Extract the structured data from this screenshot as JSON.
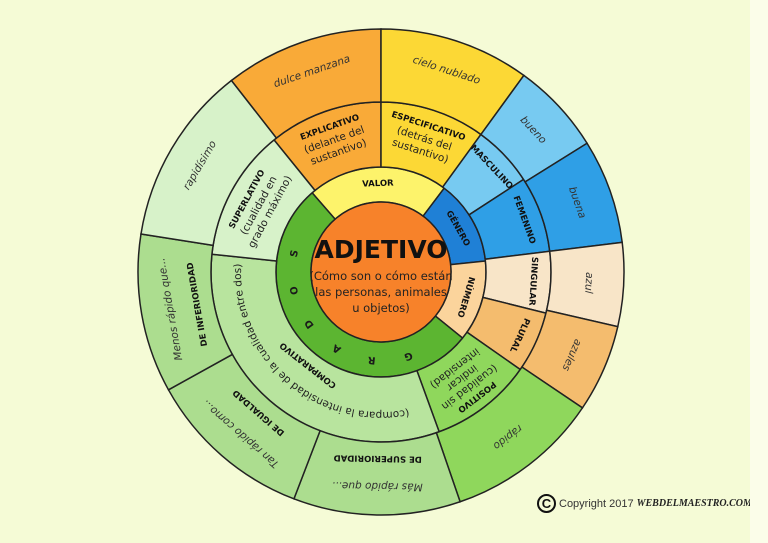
{
  "center": {
    "title": "ADJETIVO",
    "description": [
      "(Cómo son o cómo están",
      "las personas, animales",
      "u objetos)"
    ]
  },
  "valor": {
    "label": "VALOR",
    "explicativo": {
      "name": "EXPLICATIVO",
      "description": [
        "(delante del",
        "sustantivo)"
      ],
      "example": "dulce manzana"
    },
    "especificativo": {
      "name": "ESPECIFICATIVO",
      "description": [
        "(detrás del",
        "sustantivo)"
      ],
      "example": "cielo nublado"
    }
  },
  "genero": {
    "label": "GÉNERO",
    "masculino": {
      "name": "MASCULINO",
      "example": "bueno"
    },
    "femenino": {
      "name": "FEMENINO",
      "example": "buena"
    }
  },
  "numero": {
    "label": "NÚMERO",
    "singular": {
      "name": "SINGULAR",
      "example": "azul"
    },
    "plural": {
      "name": "PLURAL",
      "example": "azules"
    }
  },
  "grados": {
    "label": "GRADOS",
    "positivo": {
      "name": "POSITIVO",
      "description": [
        "(cualidad sin",
        "indicar",
        "intensidad)"
      ],
      "example": "rápido"
    },
    "comparativo": {
      "name": "COMPARATIVO",
      "description": "(compara la intensidad de la cualidad entre dos)",
      "superioridad": {
        "name": "DE SUPERIORIDAD",
        "example": "Más rápido que..."
      },
      "igualdad": {
        "name": "DE IGUALDAD",
        "example": "Tan rápido como..."
      },
      "inferioridad": {
        "name": "DE INFERIORIDAD",
        "example": "Menos rápido que..."
      }
    },
    "superlativo": {
      "name": "SUPERLATIVO",
      "description": [
        "(cualidad en",
        "grado máximo)"
      ],
      "example": "rapidísimo"
    }
  },
  "colors": {
    "background": "#f5fbd6",
    "center": "#f7822a",
    "valor": "#fdf36b",
    "explicativo": "#f9aa38",
    "especificativo": "#fcd835",
    "genero": "#1f80d6",
    "masculino": "#77caf1",
    "femenino": "#2f9fe6",
    "numero": "#fbd49c",
    "singular": "#f8e5c8",
    "plural": "#f4bc6e",
    "grados": "#5cb531",
    "positivo": "#8fd75c",
    "comparativo": "#b8e49e",
    "comparativo_types": "#acdd8f",
    "superlativo": "#d7f2c9"
  },
  "copyright": {
    "symbol": "C",
    "text": "Copyright 2017",
    "brand": "WEBDELMAESTRO.COM"
  }
}
